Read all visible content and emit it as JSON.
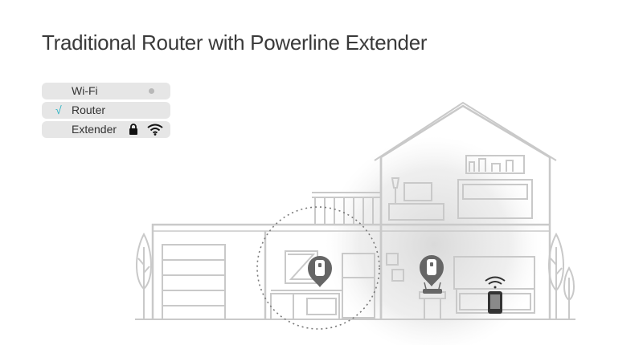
{
  "page": {
    "title": "Traditional Router with Powerline Extender"
  },
  "legend": {
    "items": [
      {
        "label": "Wi-Fi",
        "checked": false,
        "indicator": "status-dot"
      },
      {
        "label": "Router",
        "checked": true,
        "check_mark": "√"
      },
      {
        "label": "Extender",
        "checked": false,
        "icons": [
          "lock-icon",
          "wifi-icon"
        ]
      }
    ]
  },
  "colors": {
    "accent": "#2ab3c4",
    "line": "#c9c9c9",
    "device": "#666666",
    "legend_bg": "#e6e6e6",
    "title": "#3a3a3a"
  }
}
